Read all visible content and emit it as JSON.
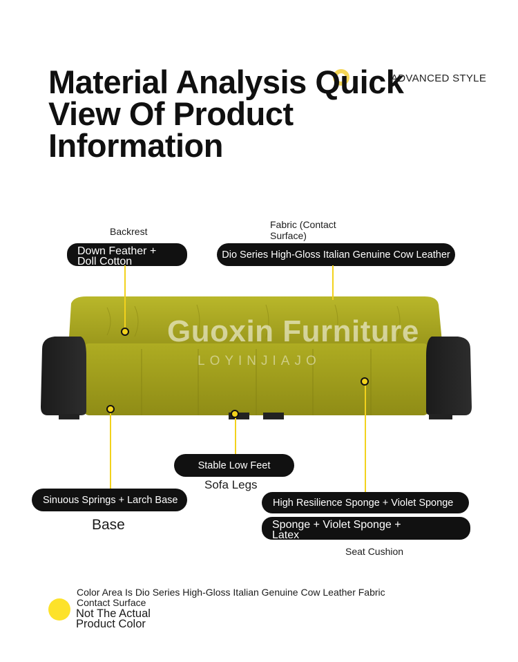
{
  "title": {
    "lines": [
      "Material Analysis Quick",
      "View Of Product",
      "Information"
    ]
  },
  "badge": "ADVANCED STYLE",
  "backrest": {
    "caption": "Backrest",
    "value_lines": [
      "Down Feather +",
      "Doll Cotton"
    ]
  },
  "fabric": {
    "caption_lines": [
      "Fabric (Contact",
      "Surface)"
    ],
    "value": "Dio Series High-Gloss Italian Genuine Cow Leather"
  },
  "watermark": {
    "brand": "Guoxin Furniture",
    "sub": "LOYINJIAJO"
  },
  "legs": {
    "value": "Stable Low Feet",
    "caption": "Sofa Legs"
  },
  "base": {
    "value": "Sinuous Springs + Larch Base",
    "caption": "Base"
  },
  "seat": {
    "value": "High Resilience Sponge + Violet Sponge",
    "value2_lines": [
      "Sponge + Violet Sponge +",
      "Latex"
    ],
    "caption": "Seat Cushion"
  },
  "note": {
    "line1": "Color Area Is Dio Series High-Gloss Italian Genuine Cow Leather Fabric",
    "line2": "Contact Surface",
    "line3": "Not The Actual",
    "line4": "Product Color"
  },
  "colors": {
    "leather": "#a8a61d",
    "accent": "#f2d21c",
    "pill": "#111111"
  }
}
